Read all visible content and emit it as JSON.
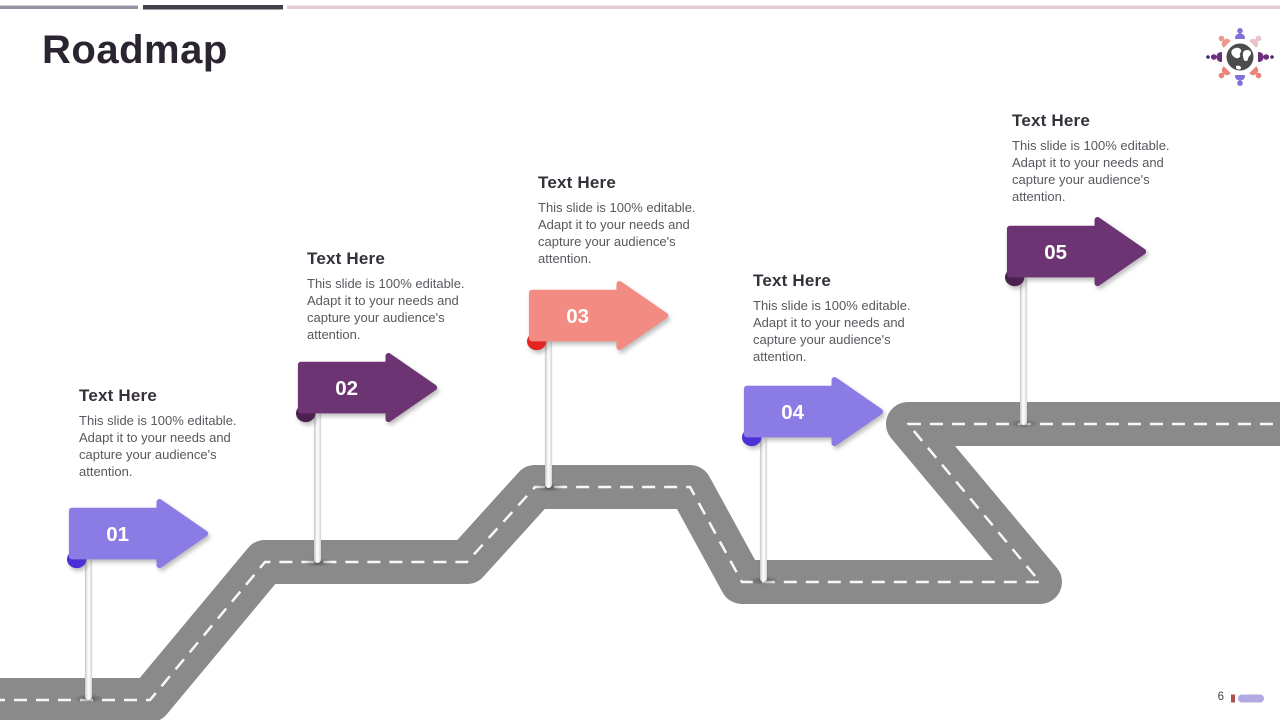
{
  "slide": {
    "title": "Roadmap",
    "page_number": "6"
  },
  "logo": {
    "icon": "globe-people-icon"
  },
  "colors": {
    "road_gray": "#8a8a8a",
    "topbar_left": "#9992a4",
    "topbar_mid": "#453f4b",
    "topbar_right": "#e2cdd0",
    "accent_light_purple": "#8a7ce4",
    "accent_dark_purple": "#6d3473",
    "accent_salmon": "#f28b82",
    "footer_tick_red": "#b0504e",
    "footer_bar_purple": "#b3a9e2"
  },
  "milestones": [
    {
      "number": "01",
      "heading": "Text Here",
      "description": "This slide is 100% editable. Adapt it to your needs and capture your audience's attention.",
      "color": "#8a7ce4",
      "curl_color": "#4a30d8"
    },
    {
      "number": "02",
      "heading": "Text Here",
      "description": "This slide is 100% editable. Adapt it to your needs and capture your audience's attention.",
      "color": "#6d3473",
      "curl_color": "#4b2150"
    },
    {
      "number": "03",
      "heading": "Text Here",
      "description": "This slide is 100% editable. Adapt it to your needs and capture your audience's attention.",
      "color": "#f28b82",
      "curl_color": "#e32420"
    },
    {
      "number": "04",
      "heading": "Text Here",
      "description": "This slide is 100% editable. Adapt it to your needs and capture your audience's attention.",
      "color": "#8a7ce4",
      "curl_color": "#4a30d8"
    },
    {
      "number": "05",
      "heading": "Text Here",
      "description": "This slide is 100% editable. Adapt it to your needs and capture your audience's attention.",
      "color": "#6d3473",
      "curl_color": "#4b2150"
    }
  ]
}
